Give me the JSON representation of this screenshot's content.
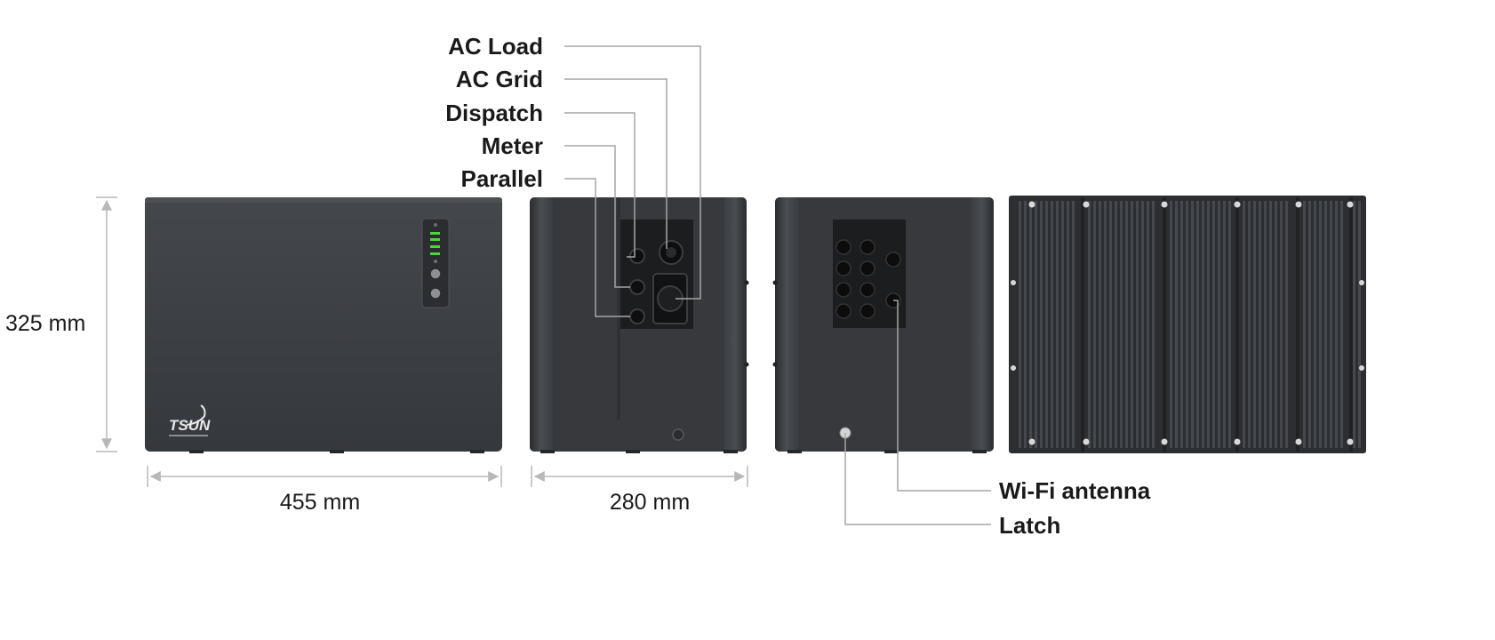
{
  "callouts_top": [
    {
      "label": "AC Load"
    },
    {
      "label": "AC Grid"
    },
    {
      "label": "Dispatch"
    },
    {
      "label": "Meter"
    },
    {
      "label": "Parallel"
    }
  ],
  "callouts_bottom": [
    {
      "label": "Wi-Fi antenna"
    },
    {
      "label": "Latch"
    }
  ],
  "dimensions": {
    "height": "325 mm",
    "width": "455 mm",
    "depth": "280 mm"
  },
  "front_panel": {
    "logo_text": "TSUN",
    "led_color": "#4cd43a"
  },
  "colors": {
    "body": "#3a3d41",
    "body_dark": "#2b2d30",
    "leader_line": "#a6a6a6",
    "dim_line": "#b8b8b8",
    "text": "#1a1a1a"
  }
}
